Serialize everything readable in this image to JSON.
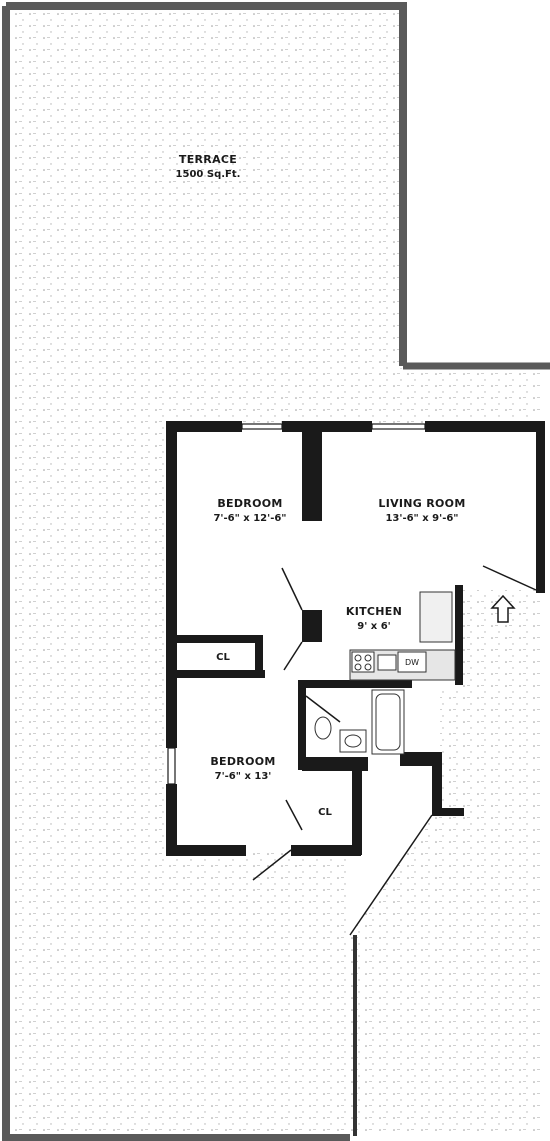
{
  "rooms": {
    "terrace": {
      "name": "TERRACE",
      "dims": "1500 Sq.Ft."
    },
    "bedroom_1": {
      "name": "BEDROOM",
      "dims": "7'-6\" x 12'-6\""
    },
    "living_room": {
      "name": "LIVING ROOM",
      "dims": "13'-6\" x 9'-6\""
    },
    "kitchen": {
      "name": "KITCHEN",
      "dims": "9' x 6'"
    },
    "bedroom_2": {
      "name": "BEDROOM",
      "dims": "7'-6\" x 13'"
    }
  },
  "closets": {
    "closet_1": "CL",
    "closet_2": "CL"
  },
  "appliances": {
    "dishwasher": "DW"
  },
  "colors": {
    "wall": "#1a1a1a",
    "parapet": "#5a5a5a",
    "paving_dot": "#9a9a9a",
    "background": "#ffffff"
  },
  "icons": {
    "entrance": "up-arrow-icon"
  }
}
